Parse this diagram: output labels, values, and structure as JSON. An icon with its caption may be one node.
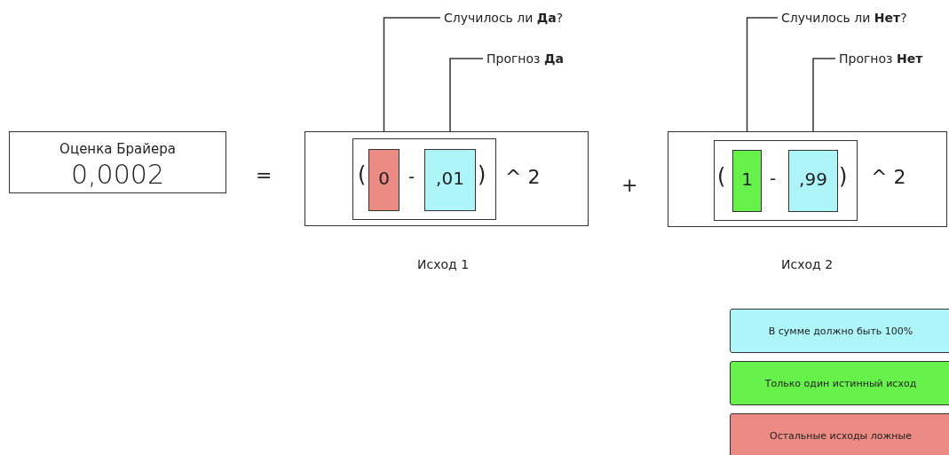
{
  "diagram": {
    "nodes": [
      {
        "text": [
          "Оценка Брайера",
          "0,0002"
        ]
      },
      {
        "text": [
          "^ 2"
        ],
        "beside": [
          "Исход 1"
        ]
      },
      {
        "text": [
          "(",
          "-",
          ")"
        ],
        "in": 1
      },
      {
        "text": [
          "0"
        ],
        "in": 2
      },
      {
        "text": [
          ",01"
        ],
        "in": 2
      },
      {
        "text": [
          "Случилось ли **Да**?"
        ]
      },
      {
        "text": [
          "Прогноз **Да**"
        ]
      },
      {
        "text": [
          "^ 2"
        ],
        "beside": [
          "Исход 2"
        ]
      },
      {
        "text": [
          "(",
          "-",
          ")"
        ],
        "in": 7
      },
      {
        "text": [
          "1"
        ],
        "in": 8
      },
      {
        "text": [
          ",99"
        ],
        "in": 8
      },
      {
        "text": [
          "Случилось ли **Нет**?"
        ]
      },
      {
        "text": [
          "Прогноз **Нет**"
        ]
      }
    ],
    "edges": [
      {
        "from": 5,
        "to": 3,
        "arrow": "none"
      },
      {
        "from": 6,
        "to": 4,
        "arrow": "none"
      },
      {
        "from": 11,
        "to": 9,
        "arrow": "none"
      },
      {
        "from": 12,
        "to": 10,
        "arrow": "none"
      }
    ],
    "labels": [
      "=",
      "+"
    ],
    "legend": [
      {
        "text": "В сумме должно быть 100%",
        "color": "#aef5fa"
      },
      {
        "text": "Только один истинный исход",
        "color": "#66f24a"
      },
      {
        "text": "Остальные исходы ложные",
        "color": "#ec8a84"
      }
    ]
  }
}
